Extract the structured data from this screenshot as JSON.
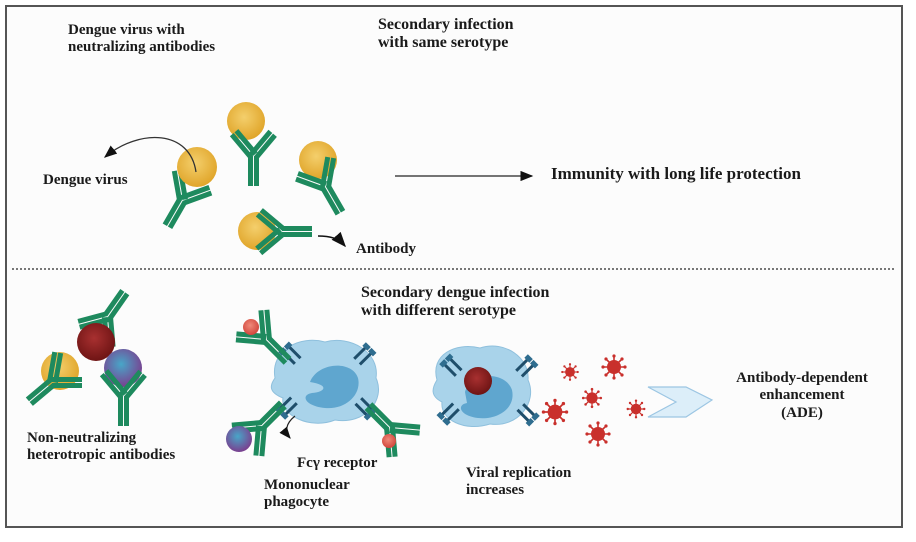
{
  "top_panel": {
    "title_left_line1": "Dengue virus with",
    "title_left_line2": "neutralizing antibodies",
    "title_center_line1": "Secondary infection",
    "title_center_line2": "with same serotype",
    "virus_label": "Dengue virus",
    "antibody_label": "Antibody",
    "outcome": "Immunity with long life protection"
  },
  "bottom_panel": {
    "title_line1": "Secondary dengue infection",
    "title_line2": "with different serotype",
    "non_neutralizing_line1": "Non-neutralizing",
    "non_neutralizing_line2": "heterotropic antibodies",
    "receptor_label": "Fcγ receptor",
    "phagocyte_line1": "Mononuclear",
    "phagocyte_line2": "phagocyte",
    "replication_line1": "Viral replication",
    "replication_line2": "increases",
    "ade_line1": "Antibody-dependent",
    "ade_line2": "enhancement",
    "ade_line3": "(ADE)"
  },
  "colors": {
    "antibody_green": "#1e8a5e",
    "virus_gold": "#e8b23a",
    "virus_maroon": "#8b1a1a",
    "virus_purple": "#6a4a9c",
    "cell_blue": "#a9d3ea",
    "nucleus_blue": "#5fa6cf",
    "receptor_navy": "#1f4e6b",
    "replicated_virus_red": "#c9302c",
    "chevron_fill": "#dceef9"
  }
}
